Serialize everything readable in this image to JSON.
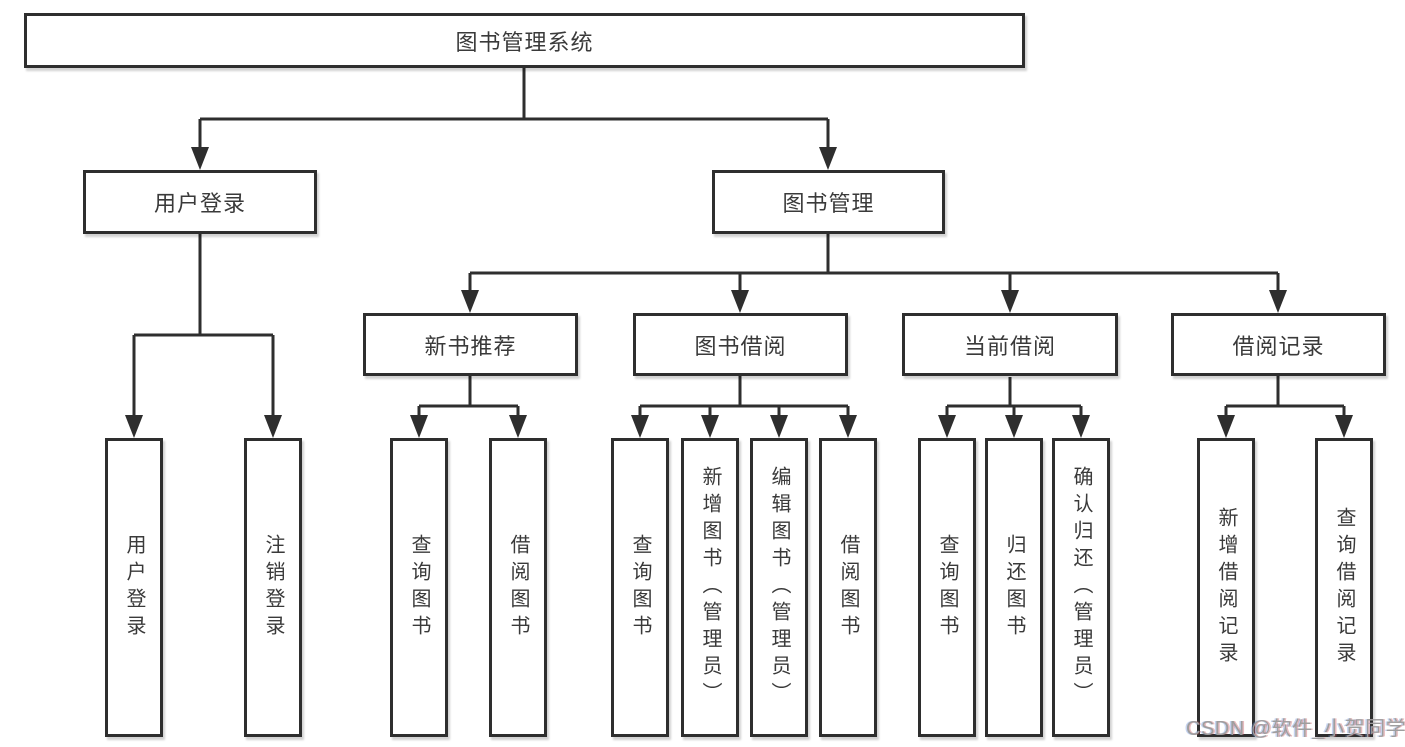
{
  "colors": {
    "line": "#2e2e2e",
    "text": "#3a3a3a",
    "background": "#ffffff",
    "watermark": "#9e9e9e"
  },
  "tree": {
    "label": "图书管理系统",
    "children": [
      {
        "label": "用户登录",
        "children": [
          {
            "label": "用户登录"
          },
          {
            "label": "注销登录"
          }
        ]
      },
      {
        "label": "图书管理",
        "children": [
          {
            "label": "新书推荐",
            "children": [
              {
                "label": "查询图书"
              },
              {
                "label": "借阅图书"
              }
            ]
          },
          {
            "label": "图书借阅",
            "children": [
              {
                "label": "查询图书"
              },
              {
                "label": "新增图书（管理员）"
              },
              {
                "label": "编辑图书（管理员）"
              },
              {
                "label": "借阅图书"
              }
            ]
          },
          {
            "label": "当前借阅",
            "children": [
              {
                "label": "查询图书"
              },
              {
                "label": "归还图书"
              },
              {
                "label": "确认归还（管理员）"
              }
            ]
          },
          {
            "label": "借阅记录",
            "children": [
              {
                "label": "新增借阅记录"
              },
              {
                "label": "查询借阅记录"
              }
            ]
          }
        ]
      }
    ]
  },
  "watermark": {
    "text": "CSDN @软件_小贺同学"
  }
}
